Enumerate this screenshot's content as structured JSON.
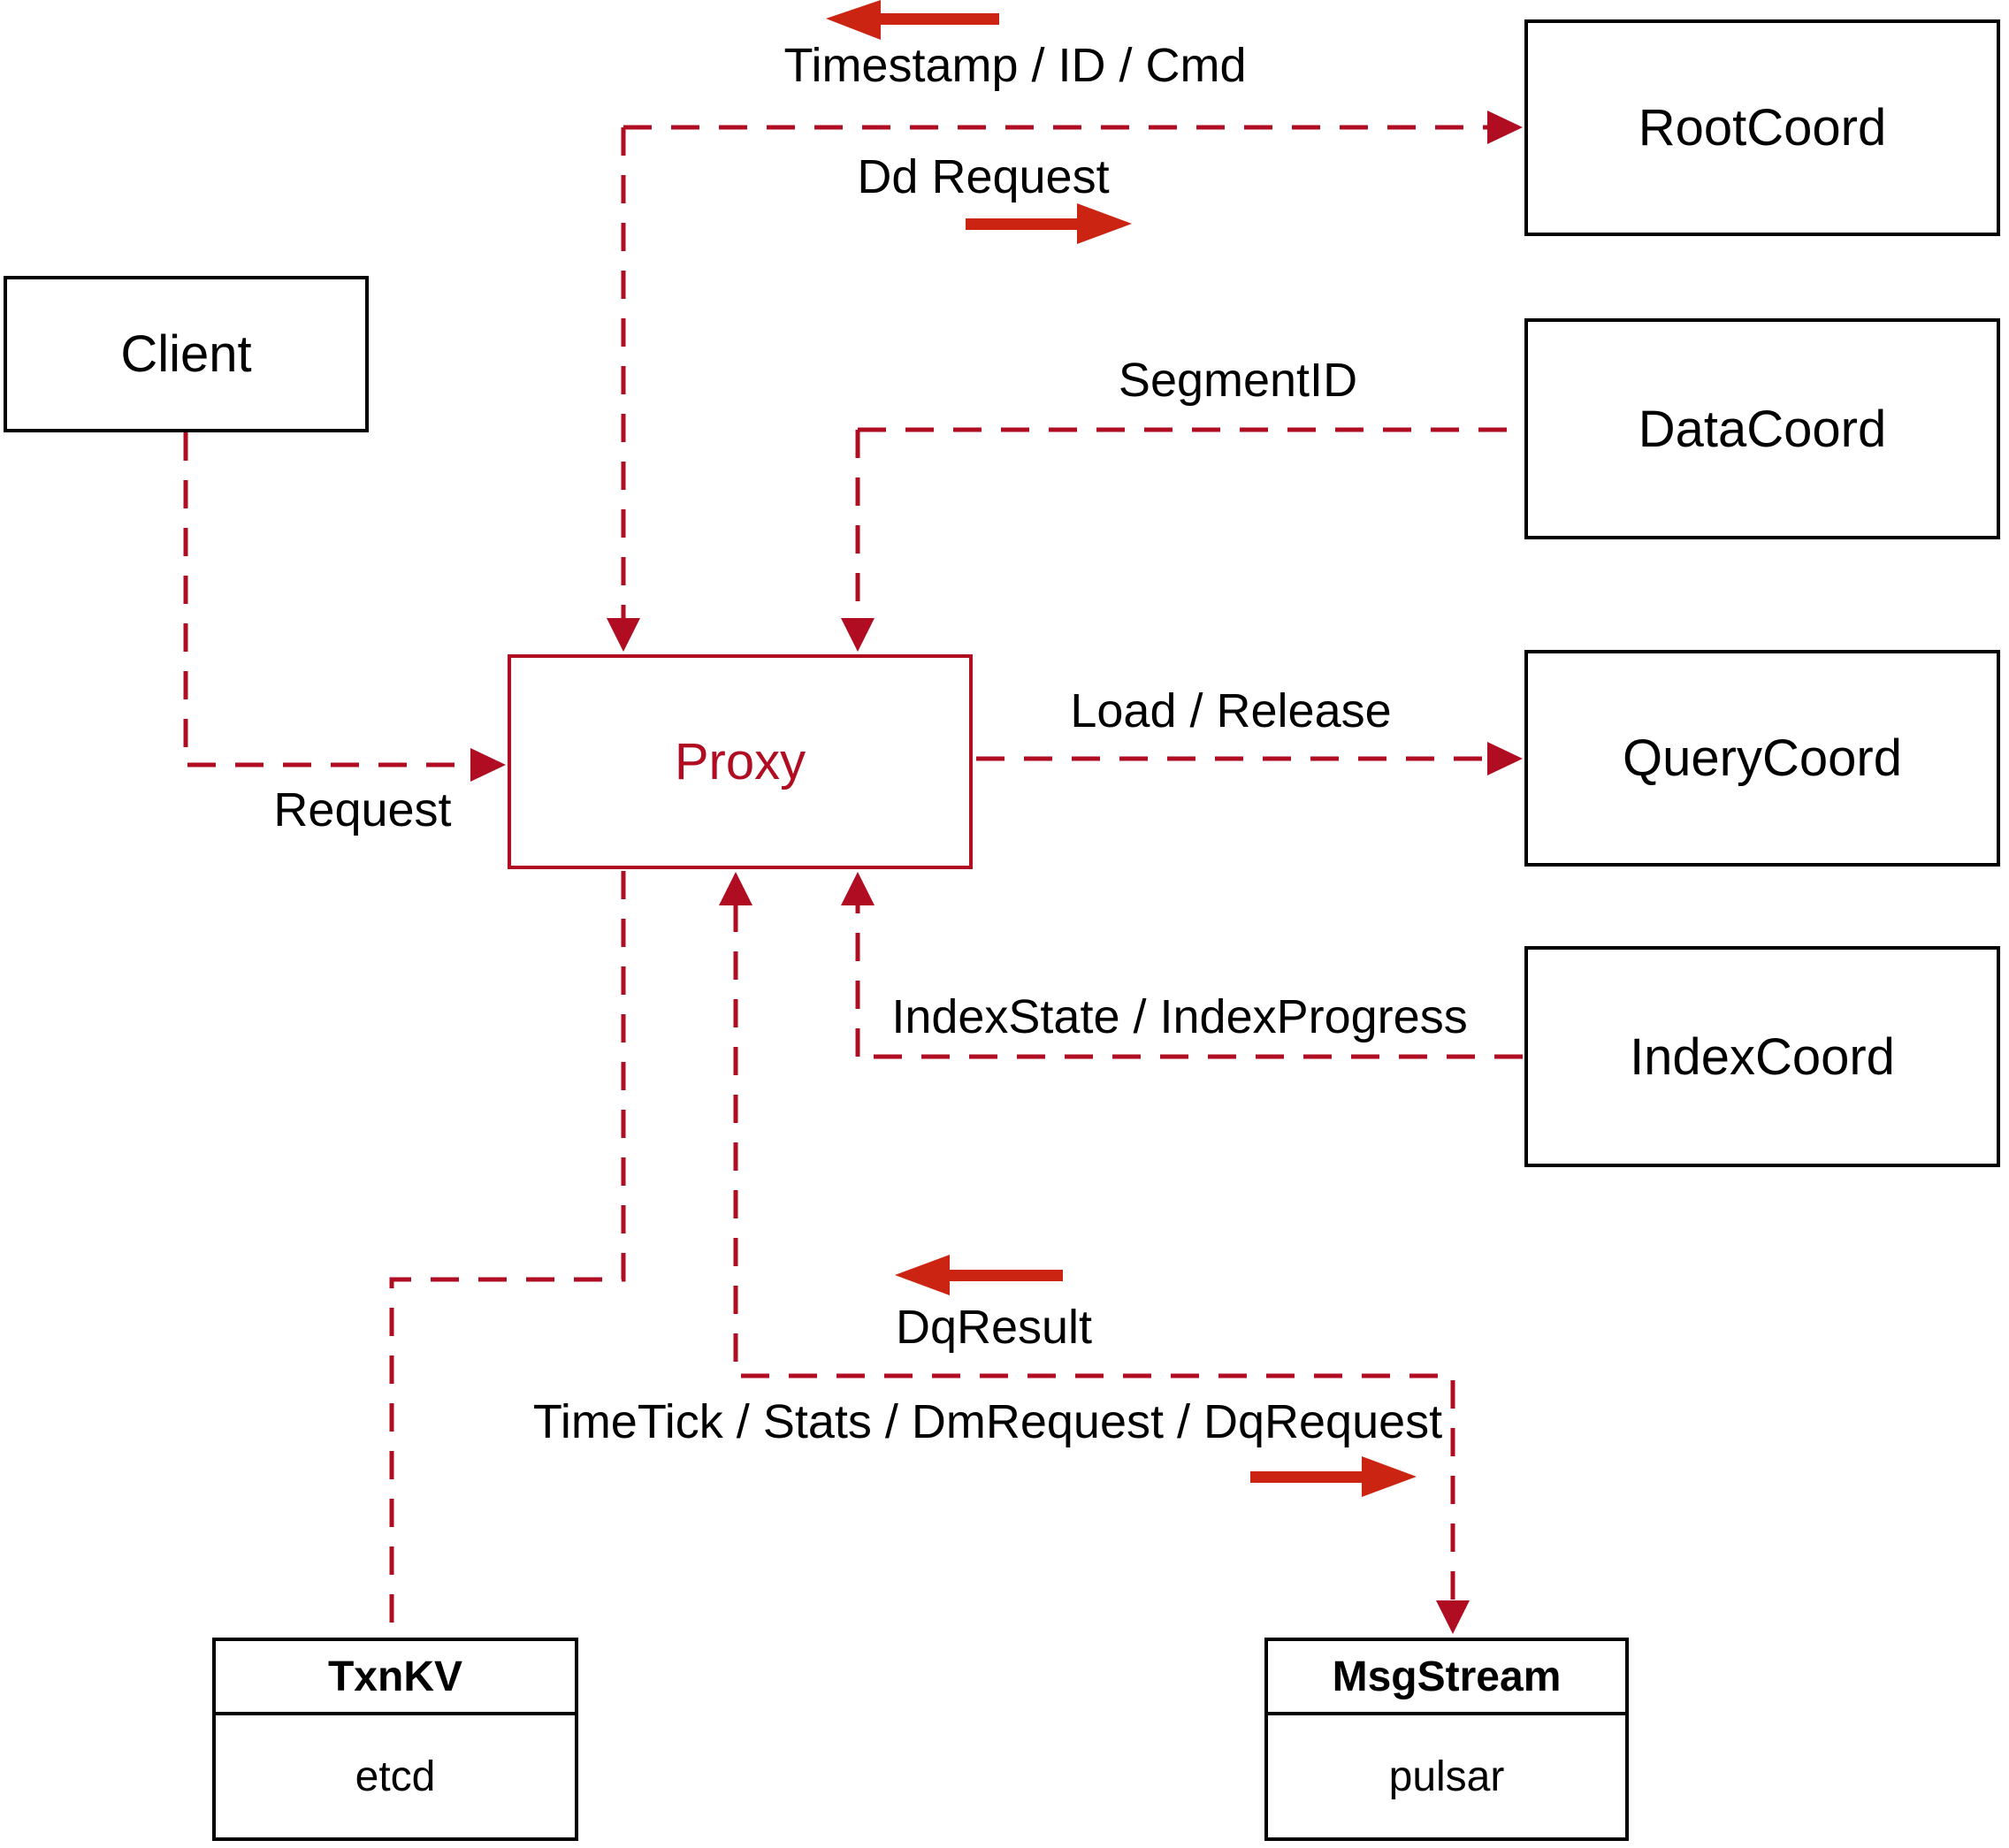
{
  "diagram": {
    "nodes": {
      "client": {
        "label": "Client"
      },
      "proxy": {
        "label": "Proxy"
      },
      "rootcoord": {
        "label": "RootCoord"
      },
      "datacoord": {
        "label": "DataCoord"
      },
      "querycoord": {
        "label": "QueryCoord"
      },
      "indexcoord": {
        "label": "IndexCoord"
      },
      "txnkv": {
        "title": "TxnKV",
        "subtitle": "etcd"
      },
      "msgstream": {
        "title": "MsgStream",
        "subtitle": "pulsar"
      }
    },
    "edges": {
      "client_proxy": {
        "label": "Request"
      },
      "proxy_rootcoord": {
        "label_in": "Timestamp / ID / Cmd",
        "label_out": "Dd Request"
      },
      "datacoord_proxy": {
        "label": "SegmentID"
      },
      "proxy_querycoord": {
        "label": "Load / Release"
      },
      "indexcoord_proxy": {
        "label": "IndexState / IndexProgress"
      },
      "msgstream_proxy": {
        "label_in": "DqResult",
        "label_out": "TimeTick / Stats / DmRequest / DqRequest"
      }
    },
    "colors": {
      "dashed_line": "#B00D23",
      "solid_arrow": "#CC2412",
      "proxy_accent": "#B00D23",
      "node_border": "#000000",
      "text": "#000000",
      "background": "#FFFFFF"
    }
  }
}
